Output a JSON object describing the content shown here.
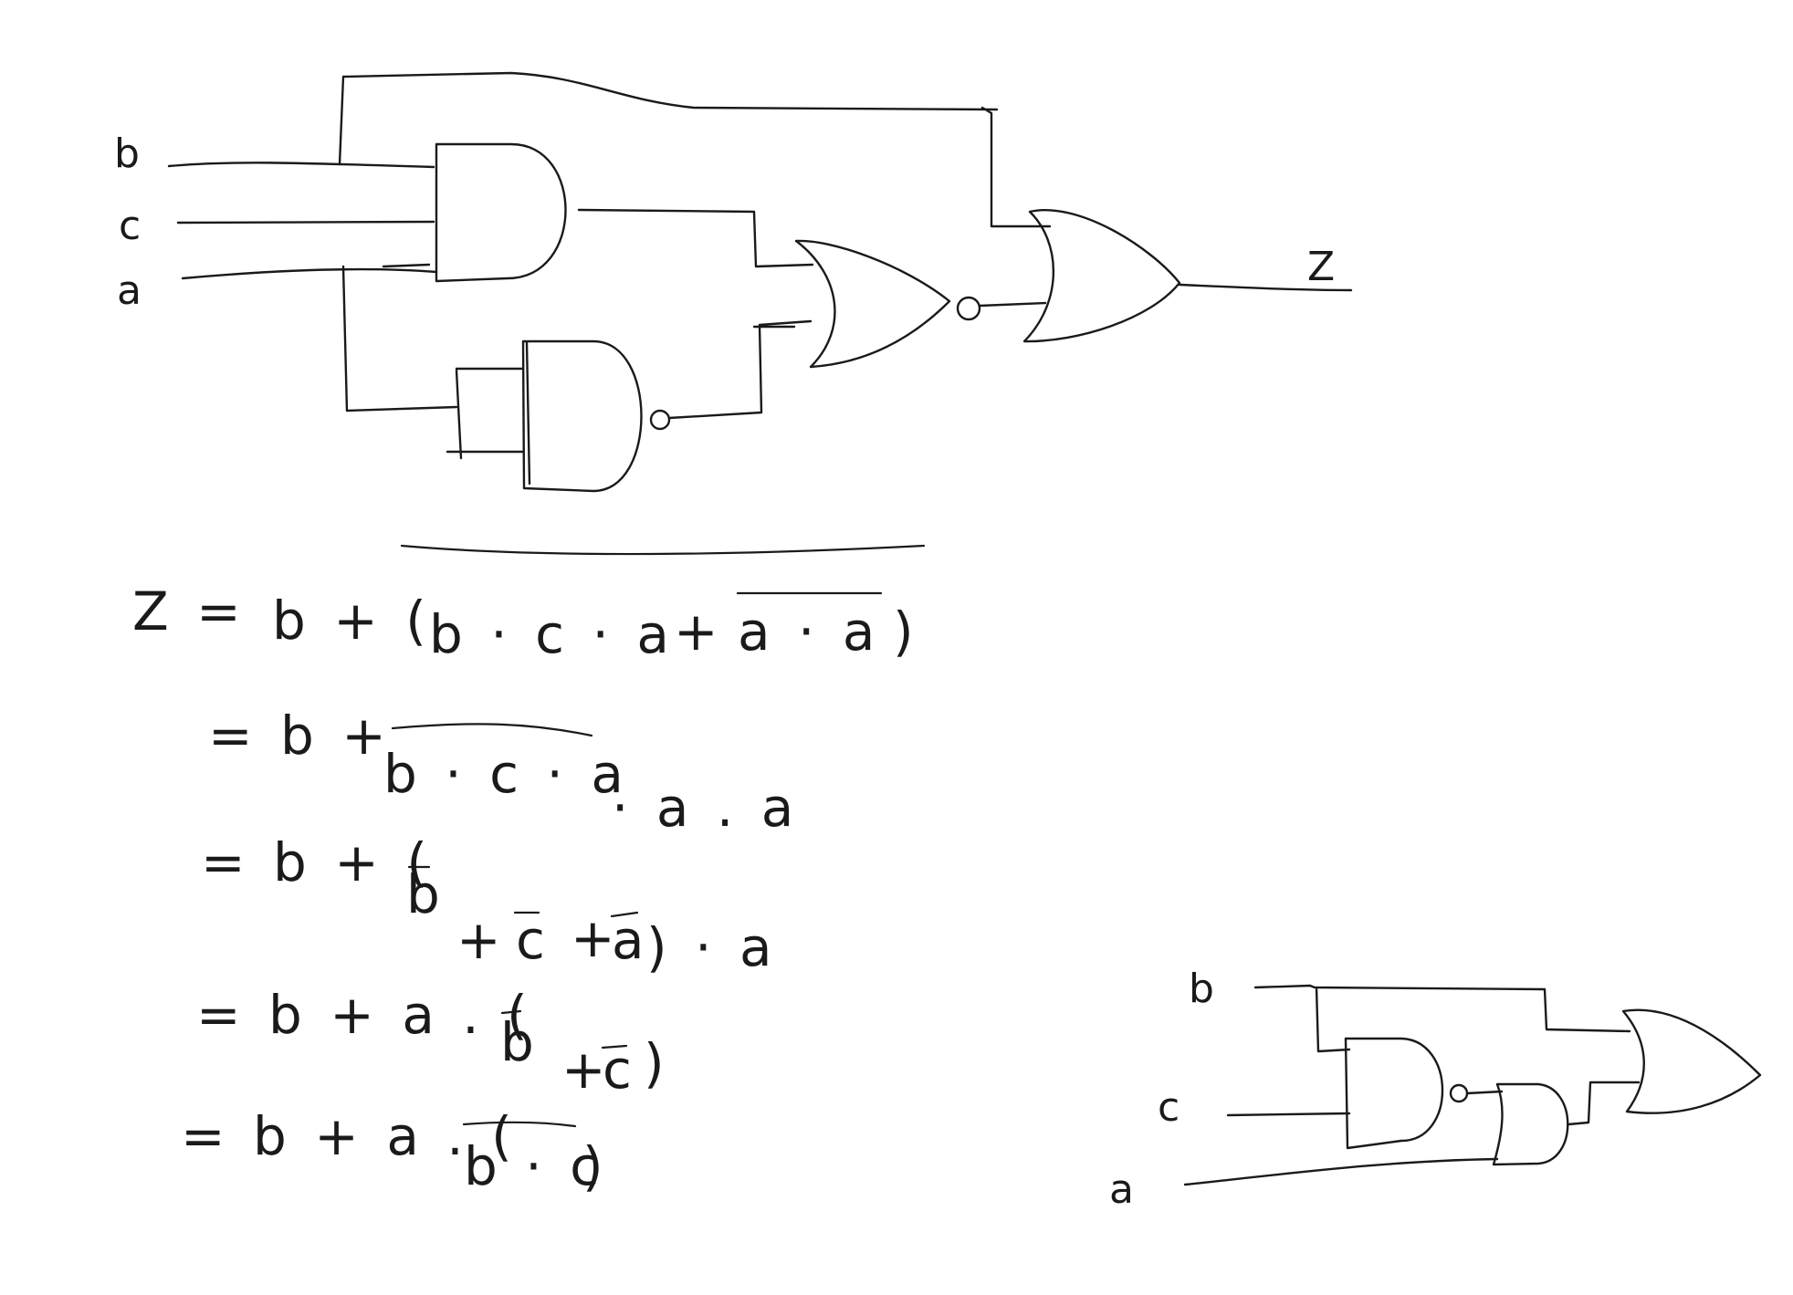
{
  "circuit1": {
    "inputs": [
      "b",
      "c",
      "a"
    ],
    "output": "Z"
  },
  "equations": {
    "line1": {
      "lhs": "Z =",
      "rhs_prefix": "b + (",
      "term1": "b · c · a",
      "plus": "+",
      "term2": "a · a",
      "close": ")"
    },
    "line2": {
      "prefix": "= b +",
      "over": "b · c · a",
      "suffix": "· a . a"
    },
    "line3": {
      "prefix": "= b + (",
      "t1": "b",
      "op1": "+",
      "t2": "c",
      "op2": "+",
      "t3": "a",
      "suffix": ") · a"
    },
    "line4": {
      "prefix": "= b + a . (",
      "t1": "b",
      "op1": "+",
      "t2": "c",
      "close": ")"
    },
    "line5": {
      "prefix": "= b + a . (",
      "over": "b · c",
      "close": ")"
    }
  },
  "circuit2": {
    "inputs": [
      "b",
      "c",
      "a"
    ]
  }
}
